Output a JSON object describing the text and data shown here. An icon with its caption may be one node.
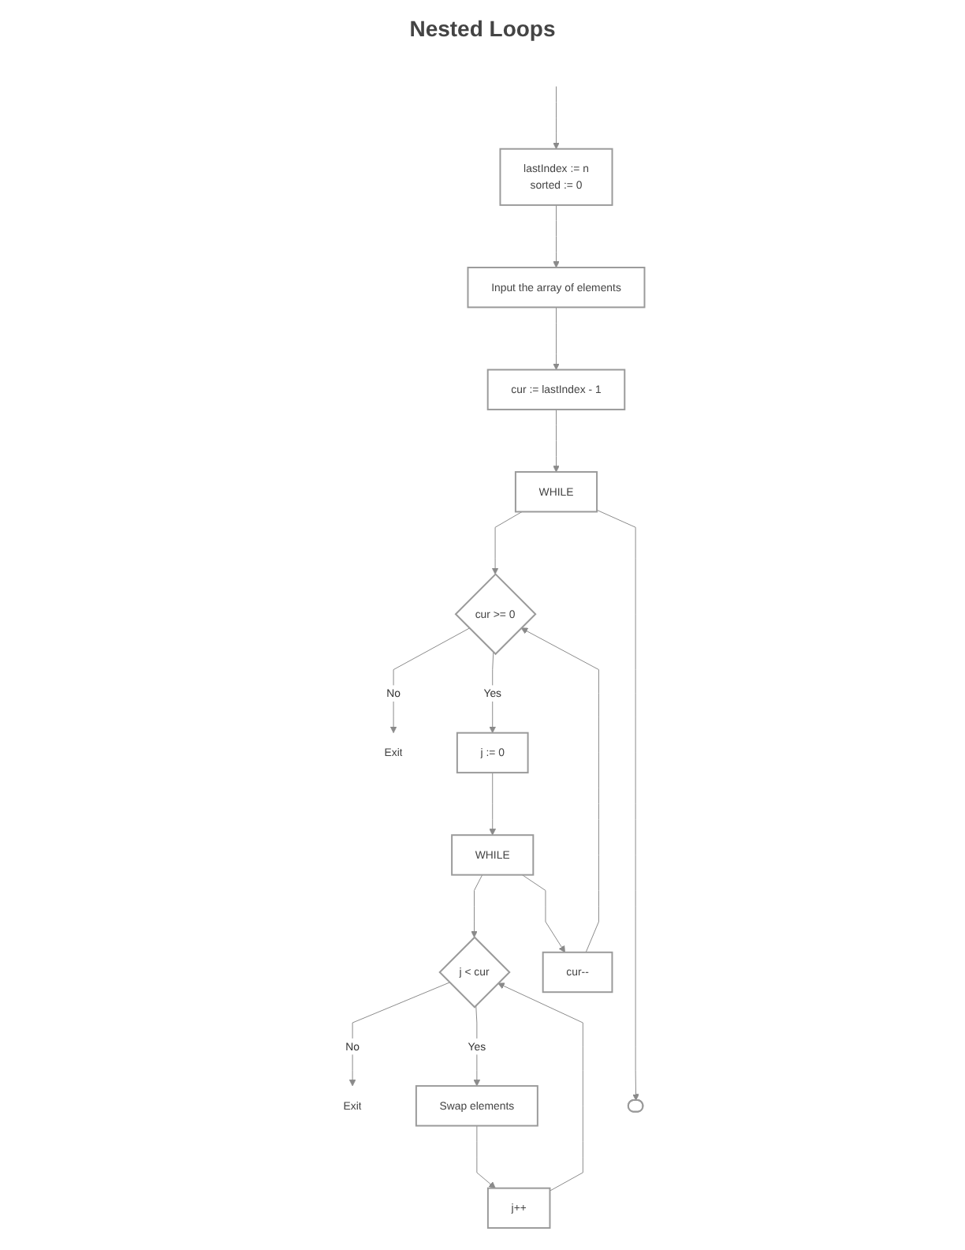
{
  "diagram": {
    "title": "Nested Loops",
    "nodes": [
      {
        "text": [
          "lastIndex := n",
          "sorted := 0"
        ]
      },
      {
        "text": [
          "Input the array of elements"
        ]
      },
      {
        "text": [
          "cur := lastIndex - 1"
        ]
      },
      {
        "text": [
          "WHILE"
        ]
      },
      {
        "text": [
          "cur >= 0"
        ]
      },
      {
        "text": [
          "Exit"
        ]
      },
      {
        "text": [
          "j := 0"
        ]
      },
      {
        "text": [
          "WHILE"
        ]
      },
      {
        "text": [
          "j < cur"
        ]
      },
      {
        "text": [
          "Exit"
        ]
      },
      {
        "text": [
          "cur--"
        ]
      },
      {
        "text": [
          "Swap elements"
        ]
      },
      {
        "text": [
          "j++"
        ]
      },
      {
        "text": [],
        "shape": "pill"
      }
    ],
    "edges": [
      {
        "from": null,
        "to": 0,
        "arrow": "to"
      },
      {
        "from": 0,
        "to": 1,
        "arrow": "to"
      },
      {
        "from": 1,
        "to": 2,
        "arrow": "to"
      },
      {
        "from": 2,
        "to": 3,
        "arrow": "to"
      },
      {
        "from": 3,
        "to": 4,
        "arrow": "to"
      },
      {
        "from": 4,
        "to": 5,
        "label": "No",
        "arrow": "to"
      },
      {
        "from": 4,
        "to": 6,
        "label": "Yes",
        "arrow": "to"
      },
      {
        "from": 6,
        "to": 7,
        "arrow": "to"
      },
      {
        "from": 7,
        "to": 8,
        "arrow": "to"
      },
      {
        "from": 8,
        "to": 9,
        "label": "No",
        "arrow": "to"
      },
      {
        "from": 8,
        "to": 11,
        "label": "Yes",
        "arrow": "to"
      },
      {
        "from": 11,
        "to": 12,
        "arrow": "to"
      },
      {
        "from": 12,
        "to": 8,
        "arrow": "to"
      },
      {
        "from": 7,
        "to": 10,
        "arrow": "to"
      },
      {
        "from": 10,
        "to": 4,
        "arrow": "to"
      },
      {
        "from": 3,
        "to": 13,
        "arrow": "to"
      }
    ]
  }
}
